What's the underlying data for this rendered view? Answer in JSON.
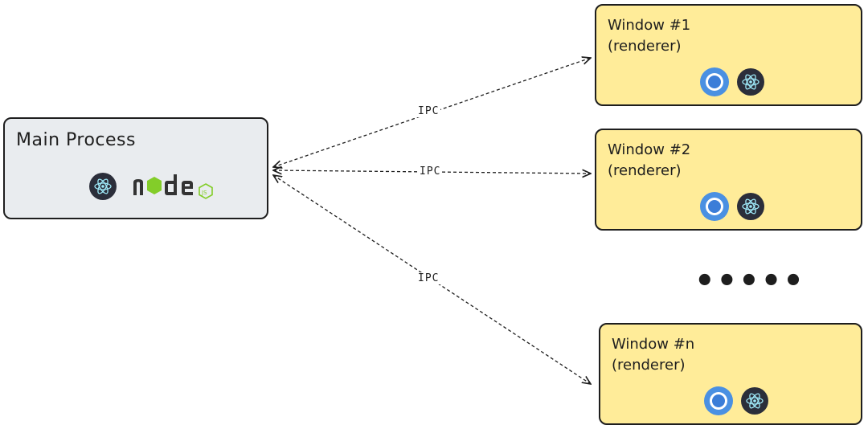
{
  "main_process": {
    "title": "Main Process",
    "icons": [
      "electron-icon",
      "nodejs-logo"
    ]
  },
  "windows": [
    {
      "title": "Window #1\n(renderer)",
      "icons": [
        "chromium-icon",
        "electron-icon"
      ]
    },
    {
      "title": "Window #2\n(renderer)",
      "icons": [
        "chromium-icon",
        "electron-icon"
      ]
    },
    {
      "title": "Window #n\n(renderer)",
      "icons": [
        "chromium-icon",
        "electron-icon"
      ]
    }
  ],
  "connections": [
    {
      "label": "IPC",
      "to": "window-1"
    },
    {
      "label": "IPC",
      "to": "window-2"
    },
    {
      "label": "IPC",
      "to": "window-n"
    }
  ],
  "ellipsis": "•••••",
  "colors": {
    "main_fill": "#e9ecef",
    "window_fill": "#ffec99",
    "stroke": "#1e1e1e",
    "chromium_blue": "#4a90e2",
    "node_green": "#83cd29"
  }
}
